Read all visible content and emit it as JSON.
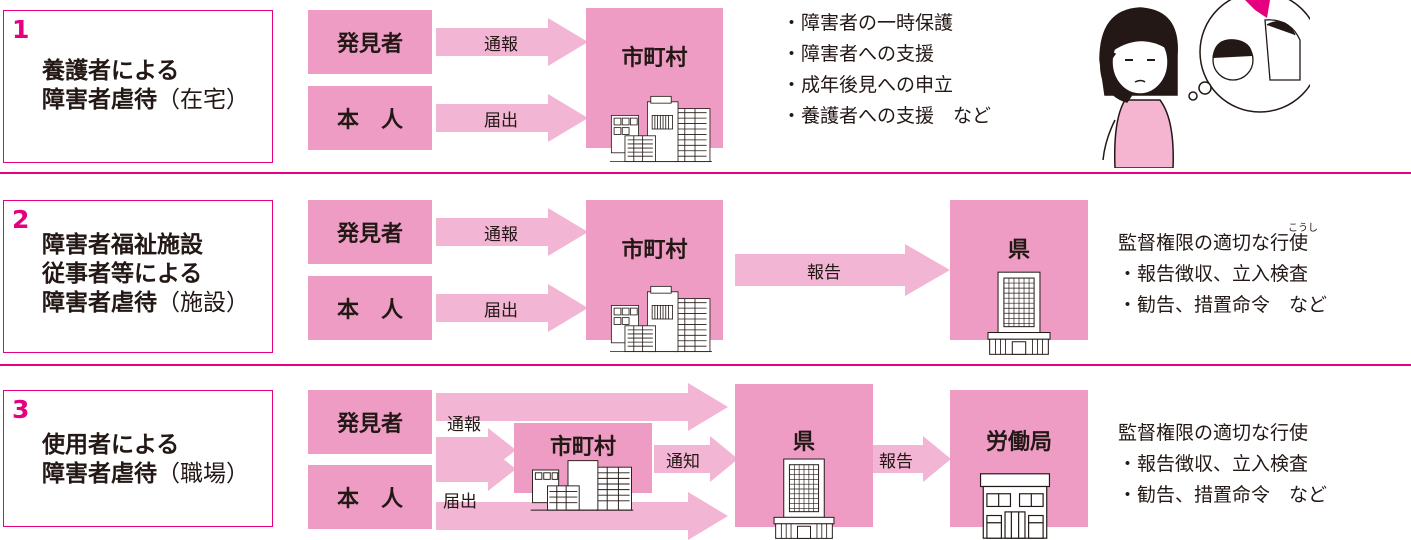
{
  "colors": {
    "accent": "#e4007f",
    "box": "#ee9cc3",
    "arrow": "#f2b5d3",
    "text": "#231815"
  },
  "cases": [
    {
      "number": "1",
      "title_lines": [
        "養護者による",
        "障害者虐待"
      ],
      "title_suffix": "（在宅）",
      "reporter": "発見者",
      "self": "本　人",
      "arrow_report": "通報",
      "arrow_notify": "届出",
      "recipient": "市町村",
      "actions": [
        "・障害者の一時保護",
        "・障害者への支援",
        "・成年後見への申立",
        "・養護者への支援　など"
      ]
    },
    {
      "number": "2",
      "title_lines": [
        "障害者福祉施設",
        "従事者等による",
        "障害者虐待"
      ],
      "title_suffix": "（施設）",
      "reporter": "発見者",
      "self": "本　人",
      "arrow_report": "通報",
      "arrow_notify": "届出",
      "recipient": "市町村",
      "arrow_mid": "報告",
      "second": "県",
      "actions_head": "監督権限の適切な行使",
      "ruby": "こうし",
      "actions": [
        "・報告徴収、立入検査",
        "・勧告、措置命令　など"
      ]
    },
    {
      "number": "3",
      "title_lines": [
        "使用者による",
        "障害者虐待"
      ],
      "title_suffix": "（職場）",
      "reporter": "発見者",
      "self": "本　人",
      "arrow_report": "通報",
      "arrow_notify": "届出",
      "recipient": "市町村",
      "arrow_mid": "通知",
      "second": "県",
      "arrow_mid2": "報告",
      "third": "労働局",
      "actions_head": "監督権限の適切な行使",
      "actions": [
        "・報告徴収、立入検査",
        "・勧告、措置命令　など"
      ]
    }
  ],
  "icons": [
    "city-hall-building-icon",
    "prefecture-building-icon",
    "labor-bureau-building-icon",
    "phone-caller-illustration-icon"
  ]
}
